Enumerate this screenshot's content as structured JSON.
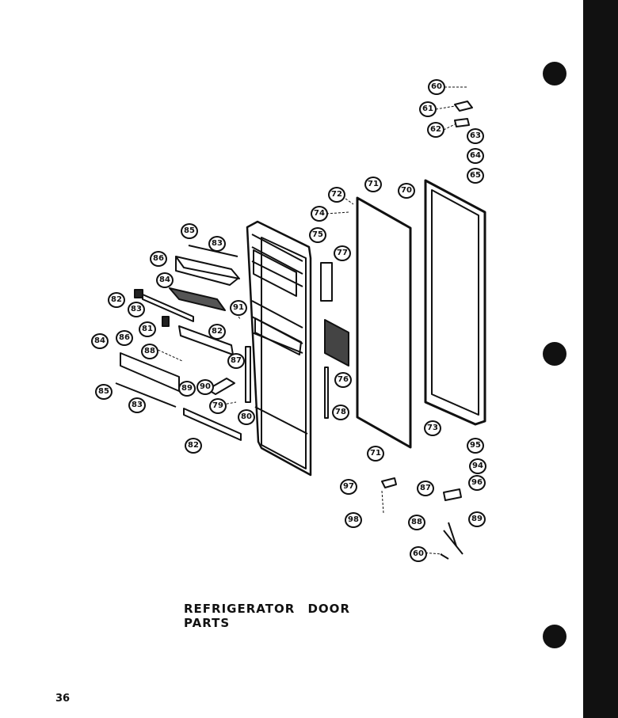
{
  "document": {
    "title": "REFRIGERATOR DOOR PARTS",
    "page_number": "36"
  },
  "callouts": [
    {
      "id": "c60a",
      "number": "60"
    },
    {
      "id": "c61a",
      "number": "61"
    },
    {
      "id": "c62a",
      "number": "62"
    },
    {
      "id": "c63a",
      "number": "63"
    },
    {
      "id": "c64a",
      "number": "64"
    },
    {
      "id": "c65a",
      "number": "65"
    },
    {
      "id": "c70",
      "number": "70"
    },
    {
      "id": "c71a",
      "number": "71"
    },
    {
      "id": "c72",
      "number": "72"
    },
    {
      "id": "c74",
      "number": "74"
    },
    {
      "id": "c75",
      "number": "75"
    },
    {
      "id": "c77",
      "number": "77"
    },
    {
      "id": "c76",
      "number": "76"
    },
    {
      "id": "c78",
      "number": "78"
    },
    {
      "id": "c71b",
      "number": "71"
    },
    {
      "id": "c73",
      "number": "73"
    },
    {
      "id": "c65b",
      "number": "85"
    },
    {
      "id": "c83a",
      "number": "83"
    },
    {
      "id": "c86a",
      "number": "86"
    },
    {
      "id": "c84a",
      "number": "84"
    },
    {
      "id": "c82a",
      "number": "82"
    },
    {
      "id": "c83b",
      "number": "83"
    },
    {
      "id": "c81a",
      "number": "81"
    },
    {
      "id": "c91",
      "number": "91"
    },
    {
      "id": "c82b",
      "number": "82"
    },
    {
      "id": "c84b",
      "number": "84"
    },
    {
      "id": "c86b",
      "number": "86"
    },
    {
      "id": "c88a",
      "number": "88"
    },
    {
      "id": "c87a",
      "number": "87"
    },
    {
      "id": "c89a",
      "number": "89"
    },
    {
      "id": "c90a",
      "number": "90"
    },
    {
      "id": "c85b",
      "number": "85"
    },
    {
      "id": "c83c",
      "number": "83"
    },
    {
      "id": "c79",
      "number": "79"
    },
    {
      "id": "c80",
      "number": "80"
    },
    {
      "id": "c82c",
      "number": "82"
    },
    {
      "id": "c95",
      "number": "95"
    },
    {
      "id": "c94",
      "number": "94"
    },
    {
      "id": "c96",
      "number": "96"
    },
    {
      "id": "c97a",
      "number": "97"
    },
    {
      "id": "c87b",
      "number": "87"
    },
    {
      "id": "c98",
      "number": "98"
    },
    {
      "id": "c88b",
      "number": "88"
    },
    {
      "id": "c89b",
      "number": "89"
    },
    {
      "id": "c60b",
      "number": "60"
    }
  ]
}
